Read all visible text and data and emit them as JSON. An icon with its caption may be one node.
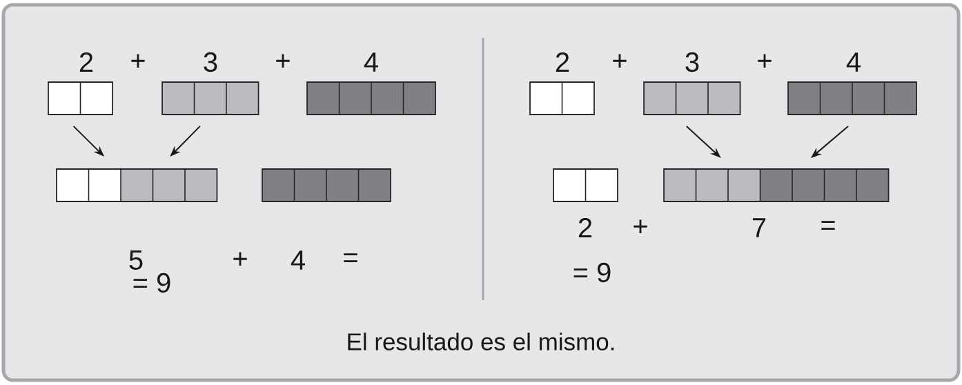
{
  "diagram": {
    "caption": "El resultado es el mismo.",
    "nodes": [
      {
        "text": [],
        "shape": "bar"
      },
      {
        "text": [],
        "shape": "bar"
      },
      {
        "text": [],
        "shape": "bar"
      },
      {
        "text": [],
        "shape": "bar"
      },
      {
        "text": [],
        "shape": "bar"
      },
      {
        "text": [],
        "shape": "bar"
      },
      {
        "text": [],
        "shape": "bar"
      },
      {
        "text": [],
        "shape": "bar"
      },
      {
        "text": [],
        "shape": "bar"
      },
      {
        "text": [],
        "shape": "bar"
      }
    ],
    "edges": [
      {
        "from": 0,
        "to": 3,
        "arrow": "to"
      },
      {
        "from": 1,
        "to": 3,
        "arrow": "to"
      },
      {
        "from": 6,
        "to": 9,
        "arrow": "to"
      },
      {
        "from": 7,
        "to": 9,
        "arrow": "to"
      }
    ],
    "labels": [
      "2",
      "+",
      "3",
      "+",
      "4",
      "2",
      "+",
      "3",
      "+",
      "4",
      "5",
      "+",
      "4",
      "=",
      "= 9",
      "2",
      "+",
      "7",
      "=",
      "= 9"
    ]
  }
}
